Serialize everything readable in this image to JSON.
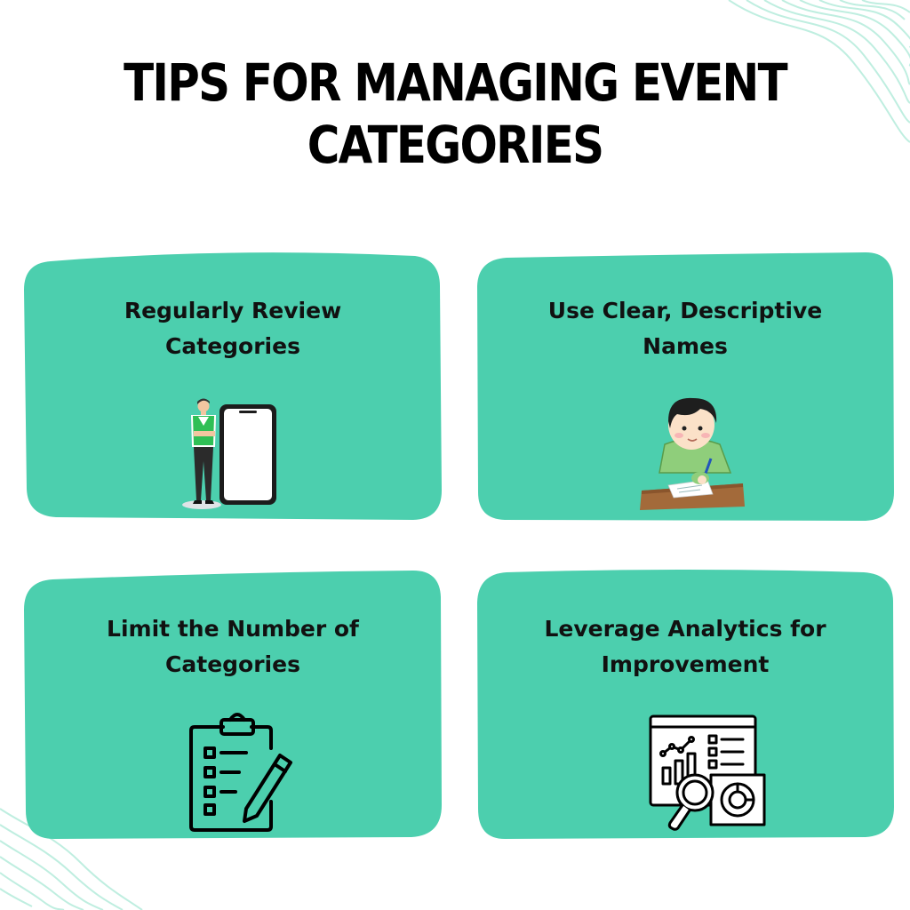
{
  "title": {
    "line1": "TIPS FOR MANAGING EVENT",
    "line2": "CATEGORIES"
  },
  "colors": {
    "card": "#4ccfae",
    "wave": "#bfeee0",
    "text": "#111111"
  },
  "tips": [
    {
      "line1": "Regularly Review",
      "line2": "Categories",
      "icon": "person-with-phone-icon"
    },
    {
      "line1": "Use Clear, Descriptive",
      "line2": "Names",
      "icon": "boy-writing-icon"
    },
    {
      "line1": "Limit the Number of",
      "line2": "Categories",
      "icon": "clipboard-checklist-icon"
    },
    {
      "line1": "Leverage Analytics for",
      "line2": "Improvement",
      "icon": "analytics-magnifier-icon"
    }
  ]
}
